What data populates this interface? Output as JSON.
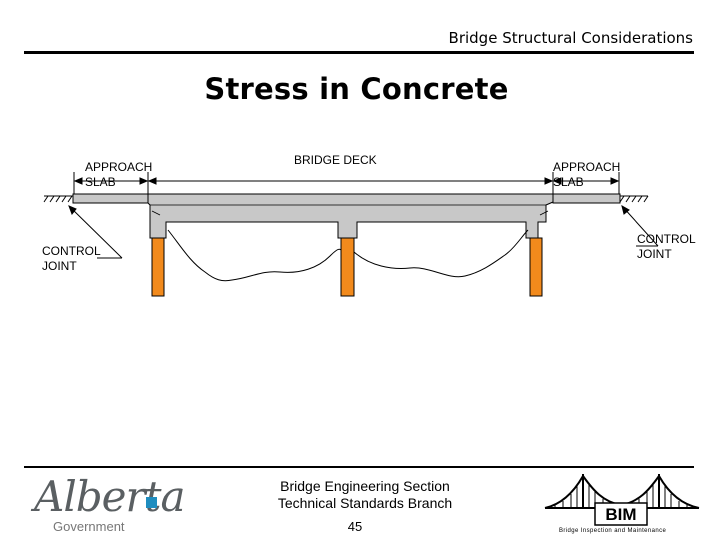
{
  "header": {
    "title": "Bridge Structural Considerations"
  },
  "slide": {
    "title": "Stress in Concrete"
  },
  "diagram": {
    "labels": {
      "approach_slab_left": [
        "APPROACH",
        "SLAB"
      ],
      "bridge_deck": "BRIDGE DECK",
      "approach_slab_right": [
        "APPROACH",
        "SLAB"
      ],
      "control_joint_left": [
        "CONTROL",
        "JOINT"
      ],
      "control_joint_right": [
        "CONTROL",
        "JOINT"
      ]
    },
    "colors": {
      "pier": "#f28a1c",
      "concrete": "#c8c8c8",
      "outline": "#000000"
    }
  },
  "footer": {
    "line1": "Bridge Engineering Section",
    "line2": "Technical Standards Branch",
    "page_number": "45",
    "logo": {
      "name": "Alberta",
      "subtitle": "Government",
      "accent": "#1f8dbf"
    },
    "bim": {
      "mark": "BIM",
      "caption": "Bridge Inspection and Maintenance"
    }
  }
}
